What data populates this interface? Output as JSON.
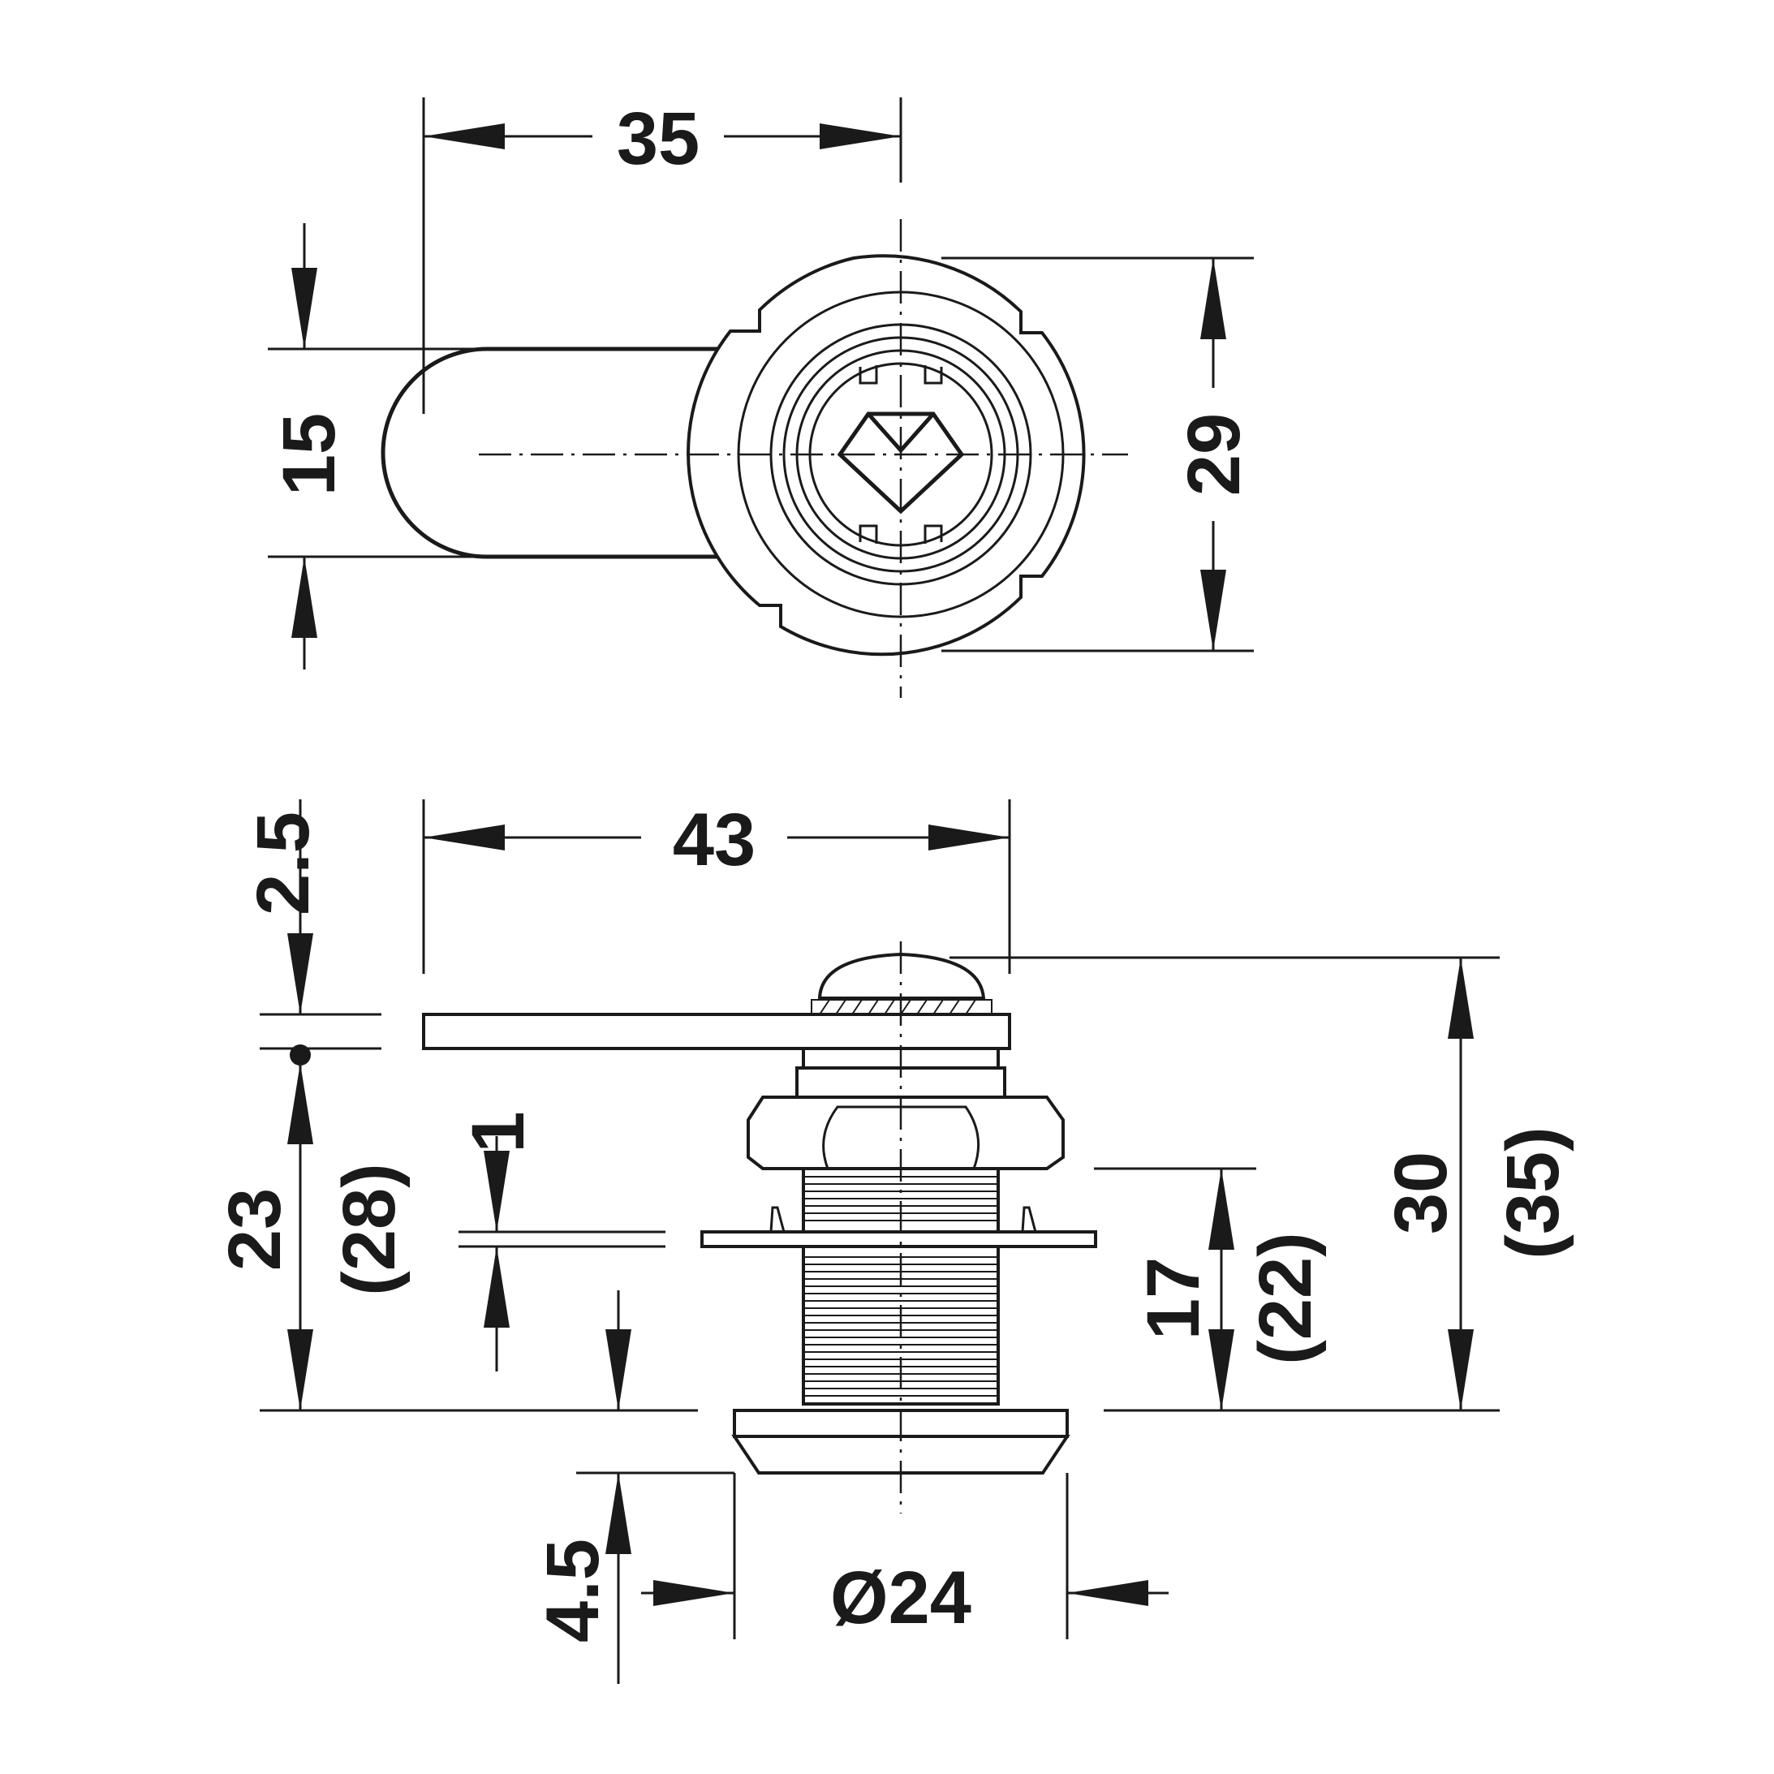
{
  "top_view": {
    "dim_width": "35",
    "dim_cam_width": "15",
    "dim_diameter": "29"
  },
  "side_view": {
    "dim_length": "43",
    "dim_top": "2.5",
    "dim_body": "23",
    "dim_body_alt": "(28)",
    "dim_washer": "1",
    "dim_thread": "17",
    "dim_thread_alt": "(22)",
    "dim_total": "30",
    "dim_total_alt": "(35)",
    "dim_flange": "4.5",
    "dim_flange_diameter": "Ø24"
  }
}
